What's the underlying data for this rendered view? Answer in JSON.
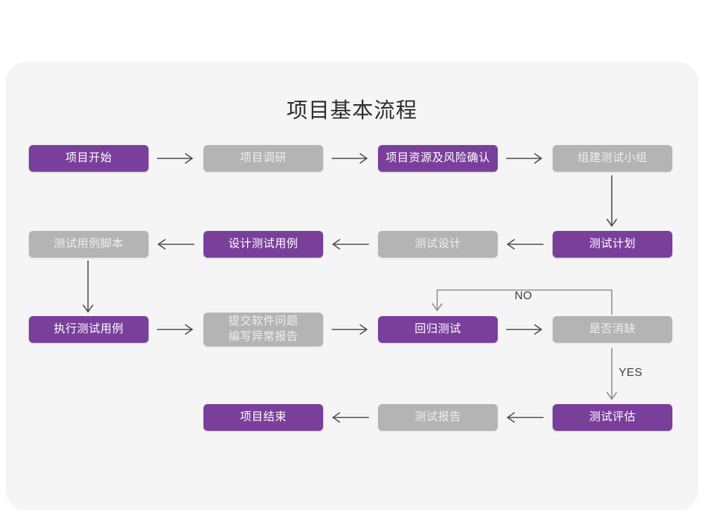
{
  "page": {
    "title": "项目基本流程",
    "background": "#ffffff",
    "card_background": "#f5f5f5"
  },
  "colors": {
    "active": "#7a3f9b",
    "inactive": "#b4b4b4",
    "active_text": "#ffffff",
    "inactive_text": "#eeeeee",
    "connector": "#4a4a4a",
    "title_text": "#2e2e2e"
  },
  "chart_data": {
    "type": "diagram",
    "title": "项目基本流程",
    "nodes": [
      {
        "id": "n1",
        "label": "项目开始",
        "state": "active",
        "row": 1,
        "col": 1
      },
      {
        "id": "n2",
        "label": "项目调研",
        "state": "inactive",
        "row": 1,
        "col": 2
      },
      {
        "id": "n3",
        "label": "项目资源及风险确认",
        "state": "active",
        "row": 1,
        "col": 3
      },
      {
        "id": "n4",
        "label": "组建测试小组",
        "state": "inactive",
        "row": 1,
        "col": 4
      },
      {
        "id": "n5",
        "label": "测试用例脚本",
        "state": "inactive",
        "row": 2,
        "col": 1
      },
      {
        "id": "n6",
        "label": "设计测试用例",
        "state": "active",
        "row": 2,
        "col": 2
      },
      {
        "id": "n7",
        "label": "测试设计",
        "state": "inactive",
        "row": 2,
        "col": 3
      },
      {
        "id": "n8",
        "label": "测试计划",
        "state": "active",
        "row": 2,
        "col": 4
      },
      {
        "id": "n9",
        "label": "执行测试用例",
        "state": "active",
        "row": 3,
        "col": 1
      },
      {
        "id": "n10",
        "label": "提交软件问题\n编写异常报告",
        "state": "inactive",
        "row": 3,
        "col": 2
      },
      {
        "id": "n11",
        "label": "回归测试",
        "state": "active",
        "row": 3,
        "col": 3
      },
      {
        "id": "n12",
        "label": "是否消缺",
        "state": "inactive",
        "row": 3,
        "col": 4
      },
      {
        "id": "n13",
        "label": "项目结束",
        "state": "active",
        "row": 4,
        "col": 2
      },
      {
        "id": "n14",
        "label": "测试报告",
        "state": "inactive",
        "row": 4,
        "col": 3
      },
      {
        "id": "n15",
        "label": "测试评估",
        "state": "active",
        "row": 4,
        "col": 4
      }
    ],
    "edges": [
      {
        "from": "n1",
        "to": "n2",
        "label": "",
        "dir": "right"
      },
      {
        "from": "n2",
        "to": "n3",
        "label": "",
        "dir": "right"
      },
      {
        "from": "n3",
        "to": "n4",
        "label": "",
        "dir": "right"
      },
      {
        "from": "n4",
        "to": "n8",
        "label": "",
        "dir": "down"
      },
      {
        "from": "n8",
        "to": "n7",
        "label": "",
        "dir": "left"
      },
      {
        "from": "n7",
        "to": "n6",
        "label": "",
        "dir": "left"
      },
      {
        "from": "n6",
        "to": "n5",
        "label": "",
        "dir": "left"
      },
      {
        "from": "n5",
        "to": "n9",
        "label": "",
        "dir": "down"
      },
      {
        "from": "n9",
        "to": "n10",
        "label": "",
        "dir": "right"
      },
      {
        "from": "n10",
        "to": "n11",
        "label": "",
        "dir": "right"
      },
      {
        "from": "n11",
        "to": "n12",
        "label": "",
        "dir": "right"
      },
      {
        "from": "n12",
        "to": "n11",
        "label": "NO",
        "dir": "loop-up-left"
      },
      {
        "from": "n12",
        "to": "n15",
        "label": "YES",
        "dir": "down"
      },
      {
        "from": "n15",
        "to": "n14",
        "label": "",
        "dir": "left"
      },
      {
        "from": "n14",
        "to": "n13",
        "label": "",
        "dir": "left"
      }
    ],
    "edge_labels": [
      "NO",
      "YES"
    ]
  },
  "nodes": {
    "n1": {
      "label": "项目开始"
    },
    "n2": {
      "label": "项目调研"
    },
    "n3": {
      "label": "项目资源及风险确认"
    },
    "n4": {
      "label": "组建测试小组"
    },
    "n5": {
      "label": "测试用例脚本"
    },
    "n6": {
      "label": "设计测试用例"
    },
    "n7": {
      "label": "测试设计"
    },
    "n8": {
      "label": "测试计划"
    },
    "n9": {
      "label": "执行测试用例"
    },
    "n10": {
      "line1": "提交软件问题",
      "line2": "编写异常报告"
    },
    "n11": {
      "label": "回归测试"
    },
    "n12": {
      "label": "是否消缺"
    },
    "n13": {
      "label": "项目结束"
    },
    "n14": {
      "label": "测试报告"
    },
    "n15": {
      "label": "测试评估"
    }
  },
  "labels": {
    "no": "NO",
    "yes": "YES"
  }
}
